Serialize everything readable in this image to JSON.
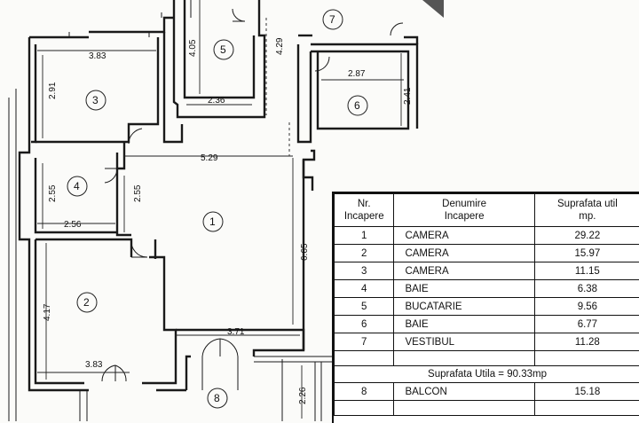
{
  "rooms": [
    {
      "num": "1"
    },
    {
      "num": "2"
    },
    {
      "num": "3"
    },
    {
      "num": "4"
    },
    {
      "num": "5"
    },
    {
      "num": "6"
    },
    {
      "num": "7"
    },
    {
      "num": "8"
    }
  ],
  "dimensions": {
    "d_383_top": "3.83",
    "d_291": "2.91",
    "d_405": "4.05",
    "d_236": "2.36",
    "d_429": "4.29",
    "d_287": "2.87",
    "d_241": "2.41",
    "d_529": "5.29",
    "d_255_left": "2.55",
    "d_255_right": "2.55",
    "d_256": "2.56",
    "d_665": "6.65",
    "d_417": "4.17",
    "d_371": "3.71",
    "d_383_bottom": "3.83",
    "d_226": "2.26"
  },
  "table": {
    "header": {
      "nr_line1": "Nr.",
      "nr_line2": "Incapere",
      "name_line1": "Denumire",
      "name_line2": "Incapere",
      "area_line1": "Suprafata util",
      "area_line2": "mp."
    },
    "rows": [
      {
        "nr": "1",
        "name": "CAMERA",
        "area": "29.22"
      },
      {
        "nr": "2",
        "name": "CAMERA",
        "area": "15.97"
      },
      {
        "nr": "3",
        "name": "CAMERA",
        "area": "11.15"
      },
      {
        "nr": "4",
        "name": "BAIE",
        "area": "6.38"
      },
      {
        "nr": "5",
        "name": "BUCATARIE",
        "area": "9.56"
      },
      {
        "nr": "6",
        "name": "BAIE",
        "area": "6.77"
      },
      {
        "nr": "7",
        "name": "VESTIBUL",
        "area": "11.28"
      }
    ],
    "summary": "Suprafata Utila = 90.33mp",
    "balcony": {
      "nr": "8",
      "name": "BALCON",
      "area": "15.18"
    }
  }
}
